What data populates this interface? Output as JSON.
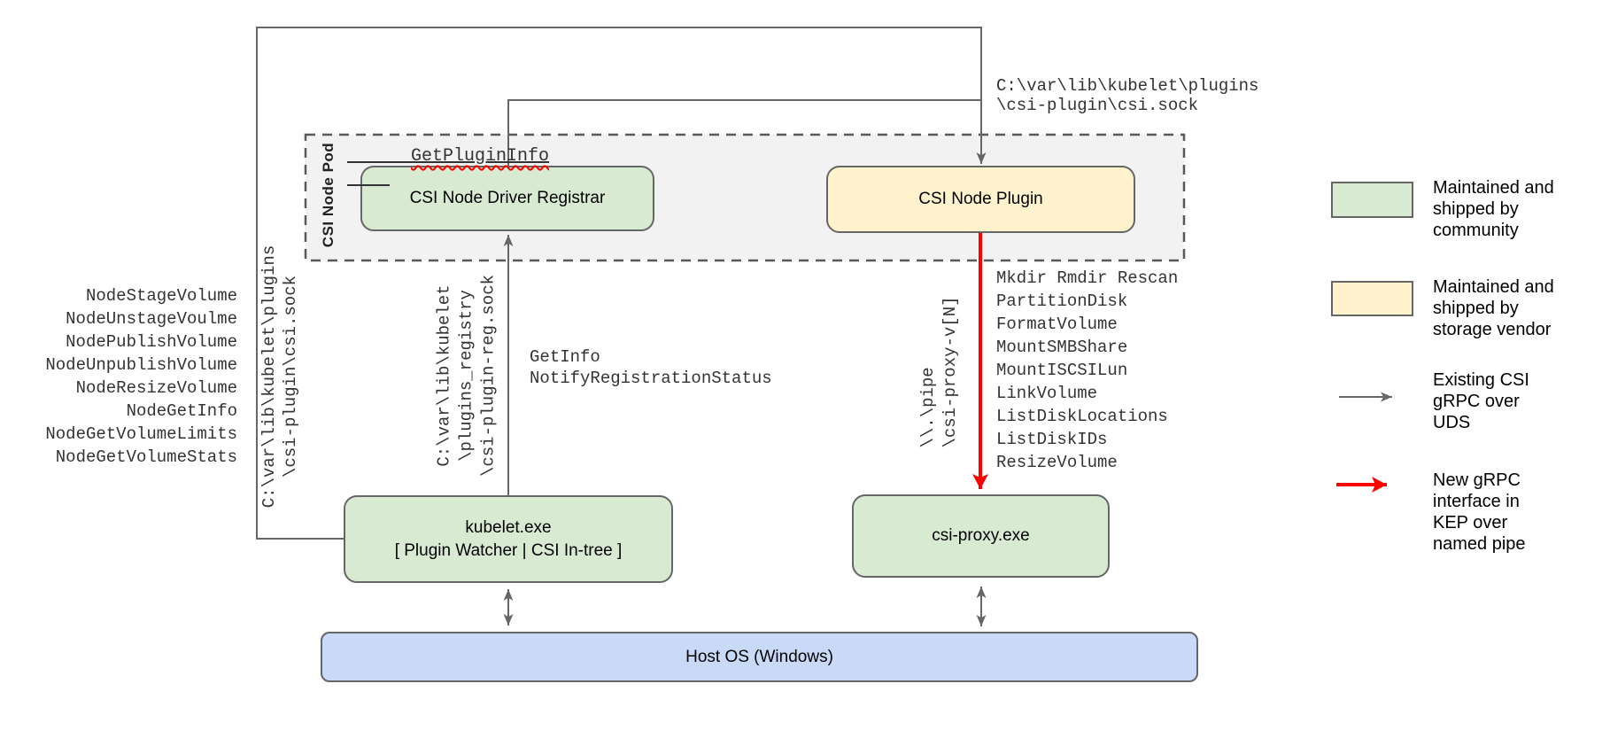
{
  "pod": {
    "label": "CSI Node Pod"
  },
  "boxes": {
    "registrar": "CSI Node Driver Registrar",
    "plugin": "CSI Node Plugin",
    "kubelet_title": "kubelet.exe",
    "kubelet_subtitle": "[ Plugin Watcher | CSI In-tree ]",
    "csi_proxy": "csi-proxy.exe",
    "host_os": "Host OS (Windows)"
  },
  "labels": {
    "get_plugin_info": "GetPluginInfo",
    "csi_sock_path": [
      "C:\\var\\lib\\kubelet\\plugins",
      "\\csi-plugin\\csi.sock"
    ],
    "node_csi_methods": [
      "NodeStageVolume",
      "NodeUnstageVoulme",
      "NodePublishVolume",
      "NodeUnpublishVolume",
      "NodeResizeVolume",
      "NodeGetInfo",
      "NodeGetVolumeLimits",
      "NodeGetVolumeStats"
    ],
    "registration_sock_path": [
      "C:\\var\\lib\\kubelet",
      "\\plugins_registry",
      "\\csi-plugin-reg.sock"
    ],
    "registration_methods": [
      "GetInfo",
      "NotifyRegistrationStatus"
    ],
    "named_pipe_path": [
      "\\\\.\\pipe",
      "\\csi-proxy-v[N]"
    ],
    "proxy_methods": [
      "Mkdir Rmdir Rescan",
      "PartitionDisk",
      "FormatVolume",
      "MountSMBShare",
      "MountISCSILun",
      "LinkVolume",
      "ListDiskLocations",
      "ListDiskIDs",
      "ResizeVolume"
    ]
  },
  "legend": {
    "items": [
      {
        "swatch": "green",
        "label": "Maintained and\nshipped by\ncommunity"
      },
      {
        "swatch": "yellow",
        "label": "Maintained and\nshipped by\nstorage vendor"
      },
      {
        "swatch": "gray-arrow",
        "label": "Existing CSI\ngRPC over\nUDS"
      },
      {
        "swatch": "red-arrow",
        "label": "New gRPC\ninterface in\nKEP over\nnamed pipe"
      }
    ]
  },
  "colors": {
    "community_green": "#d9ead3",
    "vendor_yellow": "#fff2cc",
    "host_blue": "#c9daf8",
    "pod_gray": "#f2f2f2",
    "line_gray": "#666666",
    "new_interface_red": "#ff0000"
  }
}
